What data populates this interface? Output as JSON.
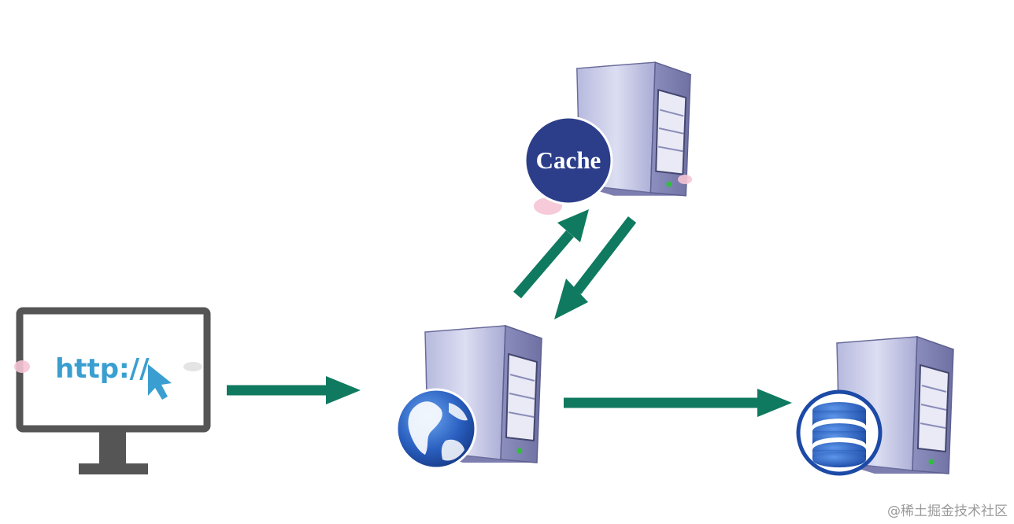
{
  "browser": {
    "url_text": "http://"
  },
  "cache_server": {
    "label": "Cache"
  },
  "watermark": "@稀土掘金技术社区",
  "colors": {
    "arrow": "#0f7a5f",
    "monitor": "#555555",
    "http_text": "#3a9fd0",
    "cache_badge": "#2c3e8a",
    "server_body": "#c9cbe6",
    "globe": "#2a5fc0",
    "database": "#2a5fc0"
  },
  "icons": [
    "monitor-icon",
    "cursor-icon",
    "server-icon",
    "globe-icon",
    "cache-badge-icon",
    "database-icon",
    "arrow-icon"
  ]
}
